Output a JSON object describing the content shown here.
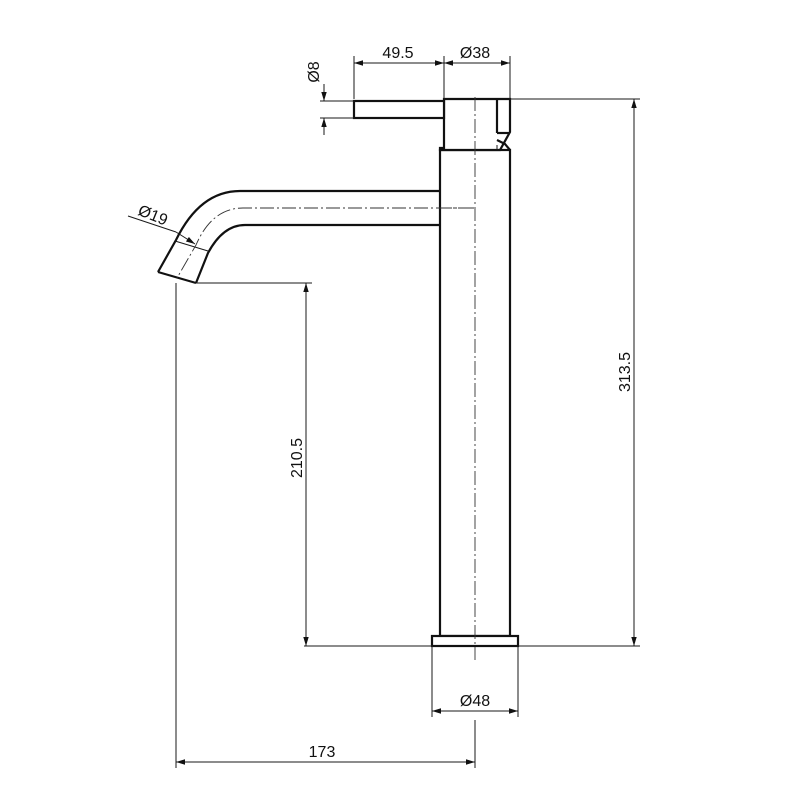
{
  "drawing": {
    "dimensions": {
      "lever_length": "49.5",
      "lever_diameter": "Ø8",
      "body_diameter": "Ø38",
      "spout_diameter": "Ø19",
      "total_height": "313.5",
      "spout_height": "210.5",
      "base_diameter": "Ø48",
      "spout_reach": "173"
    }
  }
}
